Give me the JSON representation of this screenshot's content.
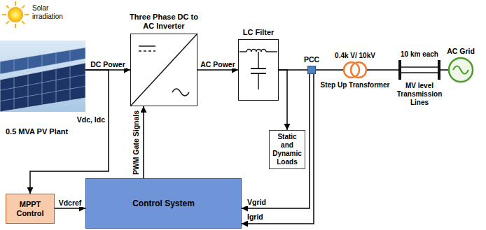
{
  "diagram": {
    "nodes": [
      {
        "text": [
          "0.5 MVA PV Plant"
        ]
      },
      {
        "text": [
          "Three Phase DC to AC Inverter"
        ]
      },
      {
        "text": [
          "LC Filter"
        ]
      },
      {
        "text": [
          "PCC"
        ]
      },
      {
        "text": [
          "Static and Dynamic Loads"
        ]
      },
      {
        "text": [
          "0.4k V/ 10kV",
          "Step Up Transformer"
        ]
      },
      {
        "text": [
          "10 km each",
          "MV level Transmission Lines"
        ]
      },
      {
        "text": [
          "AC Grid"
        ]
      },
      {
        "text": [
          "MPPT Control"
        ]
      },
      {
        "text": [
          "Control System"
        ]
      }
    ],
    "edges": [
      {
        "from": 0,
        "to": 1,
        "label": "DC Power",
        "arrow": "to"
      },
      {
        "from": 1,
        "to": 2,
        "label": "AC Power",
        "arrow": "to"
      },
      {
        "from": 2,
        "to": 3,
        "arrow": "none"
      },
      {
        "from": 2,
        "to": 4,
        "arrow": "to"
      },
      {
        "from": 3,
        "to": 5,
        "arrow": "none"
      },
      {
        "from": 5,
        "to": 6,
        "arrow": "none"
      },
      {
        "from": 6,
        "to": 7,
        "arrow": "none"
      },
      {
        "from": 0,
        "to": 8,
        "label": "Vdc, Idc",
        "arrow": "to"
      },
      {
        "from": 8,
        "to": 9,
        "label": "Vdcref",
        "arrow": "to"
      },
      {
        "from": 9,
        "to": 1,
        "label": "PWM Gate Signals",
        "arrow": "to"
      },
      {
        "from": 3,
        "to": 9,
        "label": "Vgrid",
        "arrow": "to"
      },
      {
        "from": 3,
        "to": 9,
        "label": "Igrid",
        "arrow": "to"
      }
    ],
    "labels": [
      "Solar irradiation"
    ]
  }
}
